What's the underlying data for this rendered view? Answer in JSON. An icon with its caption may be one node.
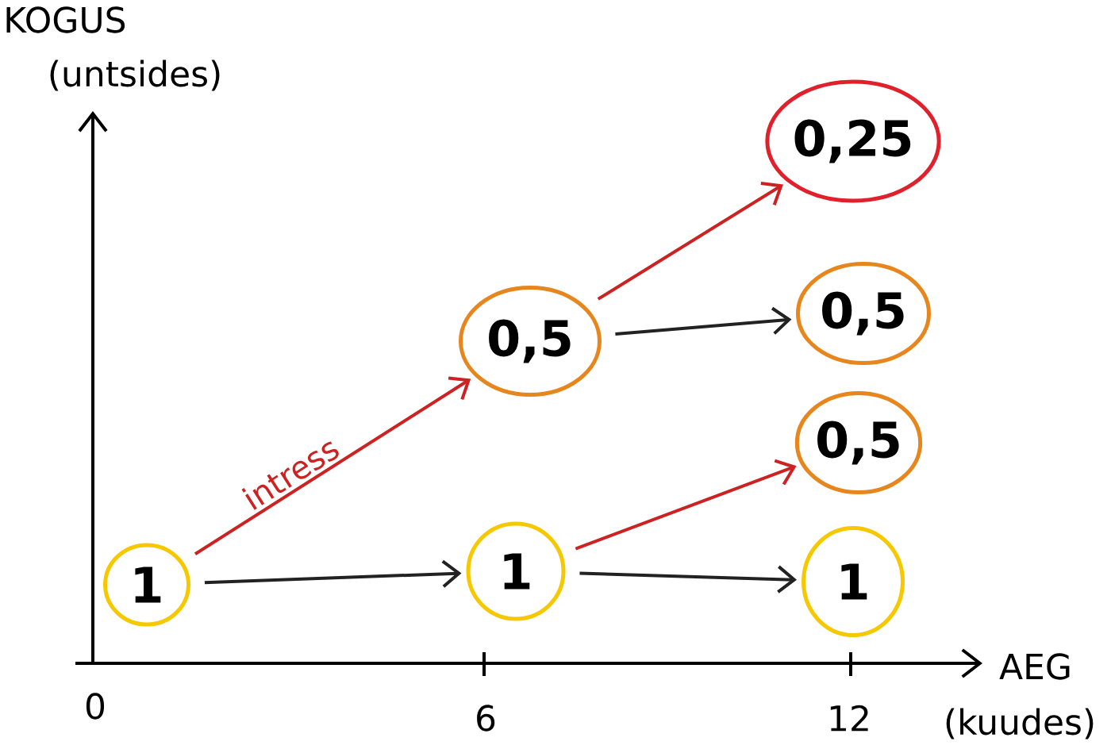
{
  "diagram": {
    "nodes": [
      {
        "text": [
          "1"
        ]
      },
      {
        "text": [
          "0,5"
        ]
      },
      {
        "text": [
          "1"
        ]
      },
      {
        "text": [
          "0,25"
        ]
      },
      {
        "text": [
          "0,5"
        ]
      },
      {
        "text": [
          "0,5"
        ]
      },
      {
        "text": [
          "1"
        ]
      }
    ],
    "edges": [
      {
        "from": 0,
        "to": 1,
        "arrow": "to",
        "label": "intress",
        "color": "#cc2222"
      },
      {
        "from": 0,
        "to": 2,
        "arrow": "to",
        "color": "#222222"
      },
      {
        "from": 1,
        "to": 3,
        "arrow": "to",
        "color": "#cc2222"
      },
      {
        "from": 1,
        "to": 4,
        "arrow": "to",
        "color": "#222222"
      },
      {
        "from": 2,
        "to": 5,
        "arrow": "to",
        "color": "#cc2222"
      },
      {
        "from": 2,
        "to": 6,
        "arrow": "to",
        "color": "#222222"
      }
    ],
    "labels": [
      "KOGUS",
      "(untsides)",
      "AEG",
      "(kuudes)",
      "0",
      "6",
      "12"
    ]
  }
}
